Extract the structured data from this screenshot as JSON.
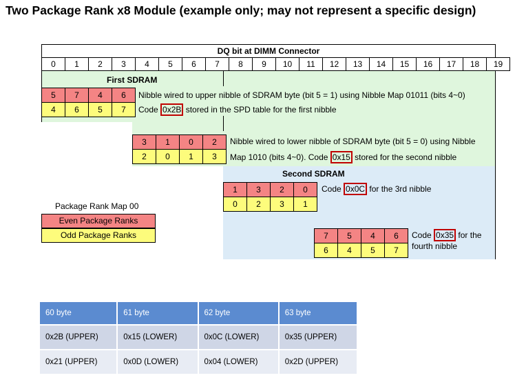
{
  "title": "Two Package Rank x8 Module (example only; may not represent a specific design)",
  "header": "DQ bit at DIMM Connector",
  "bits": [
    "0",
    "1",
    "2",
    "3",
    "4",
    "5",
    "6",
    "7",
    "8",
    "9",
    "10",
    "11",
    "12",
    "13",
    "14",
    "15",
    "16",
    "17",
    "18",
    "19"
  ],
  "first_sdram": {
    "label": "First SDRAM",
    "nibble1": {
      "upper": [
        "5",
        "7",
        "4",
        "6"
      ],
      "lower": [
        "4",
        "6",
        "5",
        "7"
      ],
      "desc": "Nibble wired to upper nibble of SDRAM byte (bit 5 = 1) using Nibble Map 01011 (bits 4~0)",
      "code_prefix": "Code ",
      "code": "0x2B",
      "code_suffix": " stored in the SPD table for the first nibble"
    },
    "nibble2": {
      "upper": [
        "3",
        "1",
        "0",
        "2"
      ],
      "lower": [
        "2",
        "0",
        "1",
        "3"
      ],
      "desc1": "Nibble wired to lower nibble of SDRAM byte (bit 5 = 0) using Nibble",
      "desc2_prefix": "Map 1010 (bits 4~0).  Code ",
      "code": "0x15",
      "code_suffix": " stored for the second nibble"
    }
  },
  "second_sdram": {
    "label": "Second SDRAM",
    "nibble3": {
      "upper": [
        "1",
        "3",
        "2",
        "0"
      ],
      "lower": [
        "0",
        "2",
        "3",
        "1"
      ],
      "code_prefix": "Code ",
      "code": "0x0C",
      "code_suffix": " for the 3rd nibble"
    },
    "nibble4": {
      "upper": [
        "7",
        "5",
        "4",
        "6"
      ],
      "lower": [
        "6",
        "4",
        "5",
        "7"
      ],
      "code_prefix": "Code ",
      "code": "0x35",
      "code_suffix": " for the",
      "code_line2": "fourth nibble"
    }
  },
  "legend": {
    "title": "Package Rank Map 00",
    "even": "Even Package Ranks",
    "odd": "Odd Package Ranks",
    "even_color": "#f48484",
    "odd_color": "#fdfc7c"
  },
  "table": {
    "headers": [
      "60 byte",
      "61 byte",
      "62 byte",
      "63 byte"
    ],
    "rows": [
      [
        "0x2B (UPPER)",
        "0x15 (LOWER)",
        "0x0C (LOWER)",
        "0x35 (UPPER)"
      ],
      [
        "0x21 (UPPER)",
        "0x0D (LOWER)",
        "0x04 (LOWER)",
        "0x2D (UPPER)"
      ]
    ]
  },
  "colors": {
    "first_bg": "#dff6dd",
    "second_bg": "#dcebf7",
    "highlight": "#c00000",
    "table_header": "#5b8bd0"
  }
}
